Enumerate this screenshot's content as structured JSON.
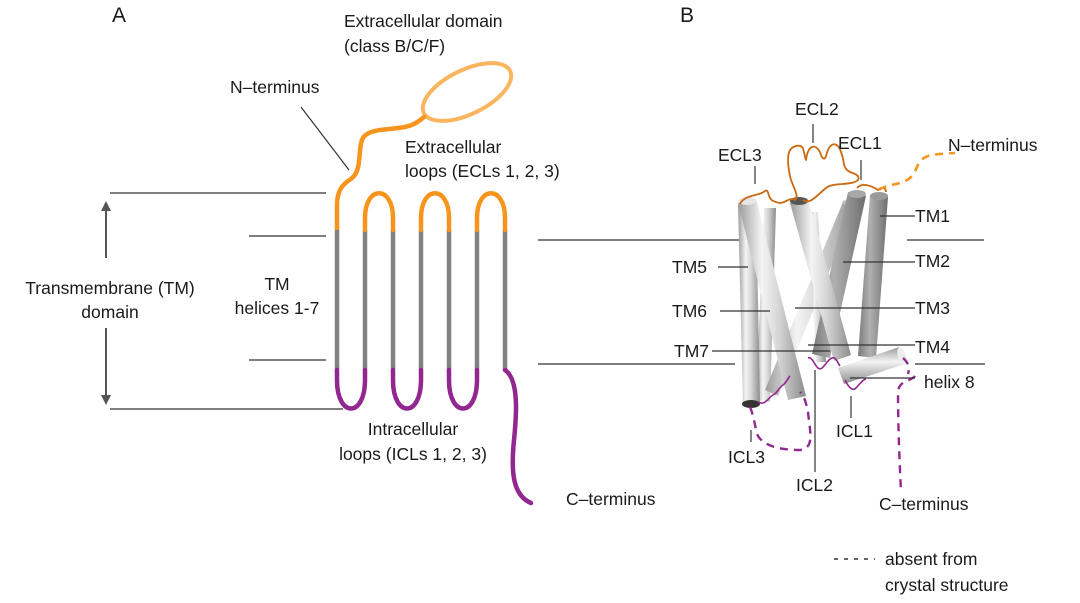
{
  "figure": {
    "panel_a": {
      "label": "A",
      "extracellular_domain": [
        "Extracellular domain",
        "(class B/C/F)"
      ],
      "n_terminus": "N–terminus",
      "ecl": [
        "Extracellular",
        "loops (ECLs 1, 2, 3)"
      ],
      "tm_domain": [
        "Transmembrane (TM)",
        "domain"
      ],
      "tm_helices": [
        "TM",
        "helices 1-7"
      ],
      "icl": [
        "Intracellular",
        "loops (ICLs 1, 2, 3)"
      ],
      "c_terminus": "C–terminus"
    },
    "panel_b": {
      "label": "B",
      "ecl2": "ECL2",
      "ecl3": "ECL3",
      "ecl1": "ECL1",
      "n_terminus": "N–terminus",
      "tm1": "TM1",
      "tm2": "TM2",
      "tm3": "TM3",
      "tm4": "TM4",
      "tm5": "TM5",
      "tm6": "TM6",
      "tm7": "TM7",
      "helix8": "helix 8",
      "icl1": "ICL1",
      "icl2": "ICL2",
      "icl3": "ICL3",
      "c_terminus": "C–terminus"
    },
    "legend": {
      "symbol": "- - - -",
      "text": [
        "absent from",
        "crystal structure"
      ]
    },
    "colors": {
      "extracellular": "#f7941d",
      "extracellular_domain": "#fbb55e",
      "intracellular": "#92278f",
      "transmembrane": "#808285",
      "membrane_line": "#555555"
    }
  }
}
